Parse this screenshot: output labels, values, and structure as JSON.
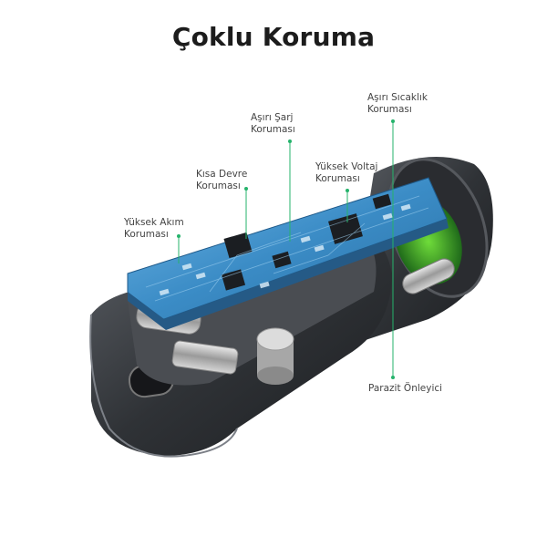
{
  "title": "Çoklu Koruma",
  "labels": {
    "high_current": [
      "Yüksek Akım",
      "Koruması"
    ],
    "short_circuit": [
      "Kısa Devre",
      "Koruması"
    ],
    "overcharge": [
      "Aşırı Şarj",
      "Koruması"
    ],
    "high_voltage": [
      "Yüksek Voltaj",
      "Koruması"
    ],
    "overheat": [
      "Aşırı Sıcaklık",
      "Koruması"
    ],
    "interference": [
      "Parazit Önleyici"
    ]
  },
  "colors": {
    "pointer": "#25b36b",
    "pcb": "#3f8fc8",
    "body": "#3a3d42"
  }
}
